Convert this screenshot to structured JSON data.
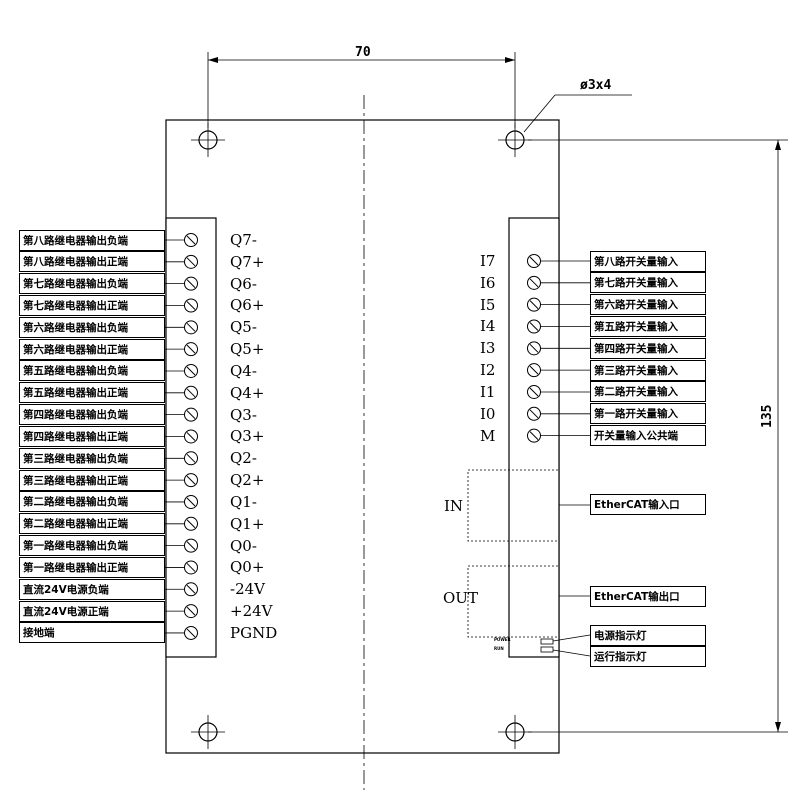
{
  "dimensions": {
    "width": "70",
    "height": "135",
    "hole": "ø3x4"
  },
  "left_terminals": [
    {
      "desc": "第八路继电器输出负端",
      "pin": "Q7-"
    },
    {
      "desc": "第八路继电器输出正端",
      "pin": "Q7+"
    },
    {
      "desc": "第七路继电器输出负端",
      "pin": "Q6-"
    },
    {
      "desc": "第七路继电器输出正端",
      "pin": "Q6+"
    },
    {
      "desc": "第六路继电器输出负端",
      "pin": "Q5-"
    },
    {
      "desc": "第六路继电器输出正端",
      "pin": "Q5+"
    },
    {
      "desc": "第五路继电器输出负端",
      "pin": "Q4-"
    },
    {
      "desc": "第五路继电器输出正端",
      "pin": "Q4+"
    },
    {
      "desc": "第四路继电器输出负端",
      "pin": "Q3-"
    },
    {
      "desc": "第四路继电器输出正端",
      "pin": "Q3+"
    },
    {
      "desc": "第三路继电器输出负端",
      "pin": "Q2-"
    },
    {
      "desc": "第三路继电器输出正端",
      "pin": "Q2+"
    },
    {
      "desc": "第二路继电器输出负端",
      "pin": "Q1-"
    },
    {
      "desc": "第二路继电器输出正端",
      "pin": "Q1+"
    },
    {
      "desc": "第一路继电器输出负端",
      "pin": "Q0-"
    },
    {
      "desc": "第一路继电器输出正端",
      "pin": "Q0+"
    },
    {
      "desc": "直流24V电源负端",
      "pin": "-24V"
    },
    {
      "desc": "直流24V电源正端",
      "pin": "+24V"
    },
    {
      "desc": "接地端",
      "pin": "PGND"
    }
  ],
  "right_terminals": [
    {
      "pin": "I7",
      "desc": "第八路开关量输入"
    },
    {
      "pin": "I6",
      "desc": "第七路开关量输入"
    },
    {
      "pin": "I5",
      "desc": "第六路开关量输入"
    },
    {
      "pin": "I4",
      "desc": "第五路开关量输入"
    },
    {
      "pin": "I3",
      "desc": "第四路开关量输入"
    },
    {
      "pin": "I2",
      "desc": "第三路开关量输入"
    },
    {
      "pin": "I1",
      "desc": "第二路开关量输入"
    },
    {
      "pin": "I0",
      "desc": "第一路开关量输入"
    },
    {
      "pin": "M",
      "desc": "开关量输入公共端"
    }
  ],
  "ports": [
    {
      "label": "IN",
      "desc": "EtherCAT输入口"
    },
    {
      "label": "OUT",
      "desc": "EtherCAT输出口"
    }
  ],
  "leds": [
    {
      "tag": "POWER",
      "desc": "电源指示灯"
    },
    {
      "tag": "RUN",
      "desc": "运行指示灯"
    }
  ]
}
